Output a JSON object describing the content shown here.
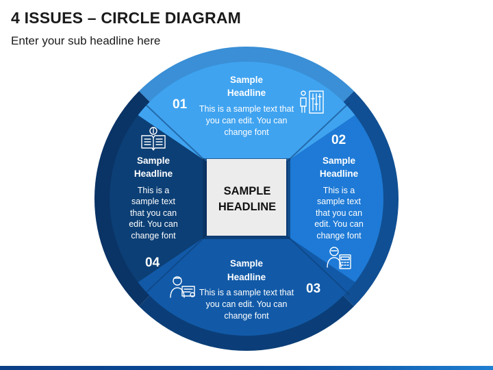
{
  "title": "4 ISSUES – CIRCLE DIAGRAM",
  "subtitle": "Enter your sub headline here",
  "center": {
    "line1": "SAMPLE",
    "line2": "HEADLINE"
  },
  "sections": [
    {
      "number": "01",
      "headline": [
        "Sample",
        "Headline"
      ],
      "body": [
        "This is a sample text that",
        "you can edit. You can",
        "change font"
      ],
      "icon": "person-sliders-icon",
      "color": "#3fa3f0"
    },
    {
      "number": "02",
      "headline": [
        "Sample",
        "Headline"
      ],
      "body": [
        "This is a",
        "sample text",
        "that you can",
        "edit. You can",
        "change font"
      ],
      "icon": "person-calculator-icon",
      "color": "#1e7ad6"
    },
    {
      "number": "03",
      "headline": [
        "Sample",
        "Headline"
      ],
      "body": [
        "This is a sample text that",
        "you can edit. You can",
        "change font"
      ],
      "icon": "person-certificate-icon",
      "color": "#125aa8"
    },
    {
      "number": "04",
      "headline": [
        "Sample",
        "Headline"
      ],
      "body": [
        "This is a",
        "sample text",
        "that you can",
        "edit. You can",
        "change font"
      ],
      "icon": "open-book-info-icon",
      "color": "#0c3f75"
    }
  ]
}
